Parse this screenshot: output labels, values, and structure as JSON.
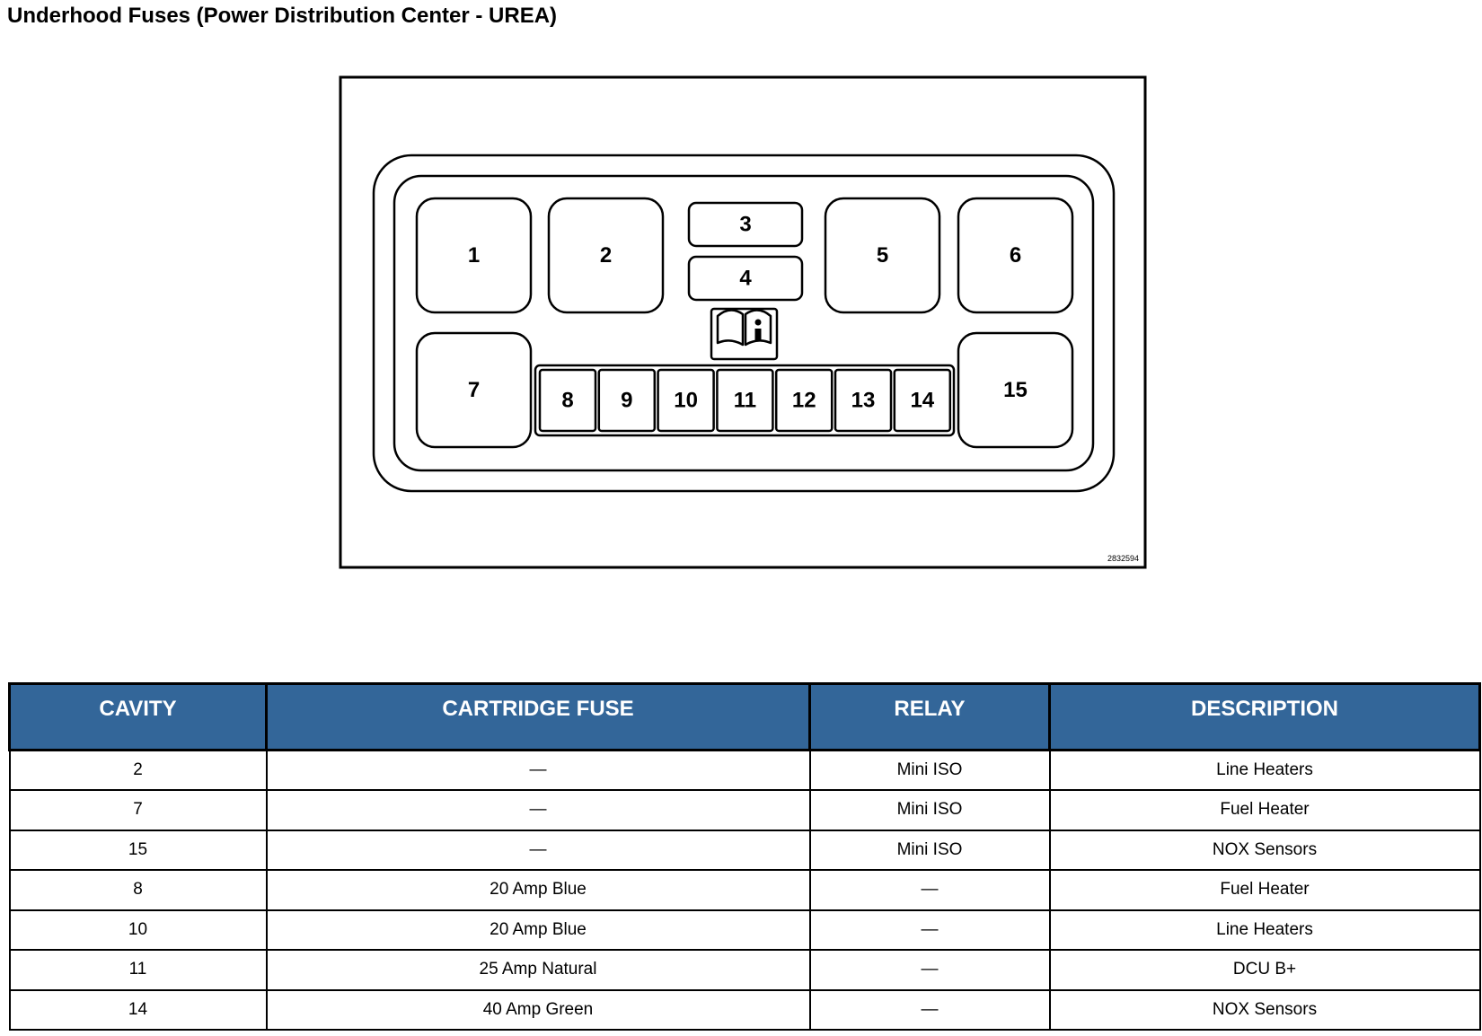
{
  "title": "Underhood Fuses (Power Distribution Center - UREA)",
  "figure_id": "2832594",
  "diagram": {
    "large_cavities": [
      "1",
      "2",
      "5",
      "6",
      "7",
      "15"
    ],
    "small_cavities": [
      "3",
      "4"
    ],
    "fuse_row": [
      "8",
      "9",
      "10",
      "11",
      "12",
      "13",
      "14"
    ]
  },
  "table": {
    "headers": [
      "CAVITY",
      "CARTRIDGE FUSE",
      "RELAY",
      "DESCRIPTION"
    ],
    "rows": [
      [
        "2",
        "—",
        "Mini ISO",
        "Line Heaters"
      ],
      [
        "7",
        "—",
        "Mini ISO",
        "Fuel Heater"
      ],
      [
        "15",
        "—",
        "Mini ISO",
        "NOX Sensors"
      ],
      [
        "8",
        "20 Amp Blue",
        "—",
        "Fuel Heater"
      ],
      [
        "10",
        "20 Amp Blue",
        "—",
        "Line Heaters"
      ],
      [
        "11",
        "25 Amp Natural",
        "—",
        "DCU B+"
      ],
      [
        "14",
        "40 Amp Green",
        "—",
        "NOX Sensors"
      ]
    ]
  },
  "colors": {
    "header_bg": "#336699",
    "header_text": "#ffffff"
  },
  "icons": [
    "manual-info-icon"
  ]
}
